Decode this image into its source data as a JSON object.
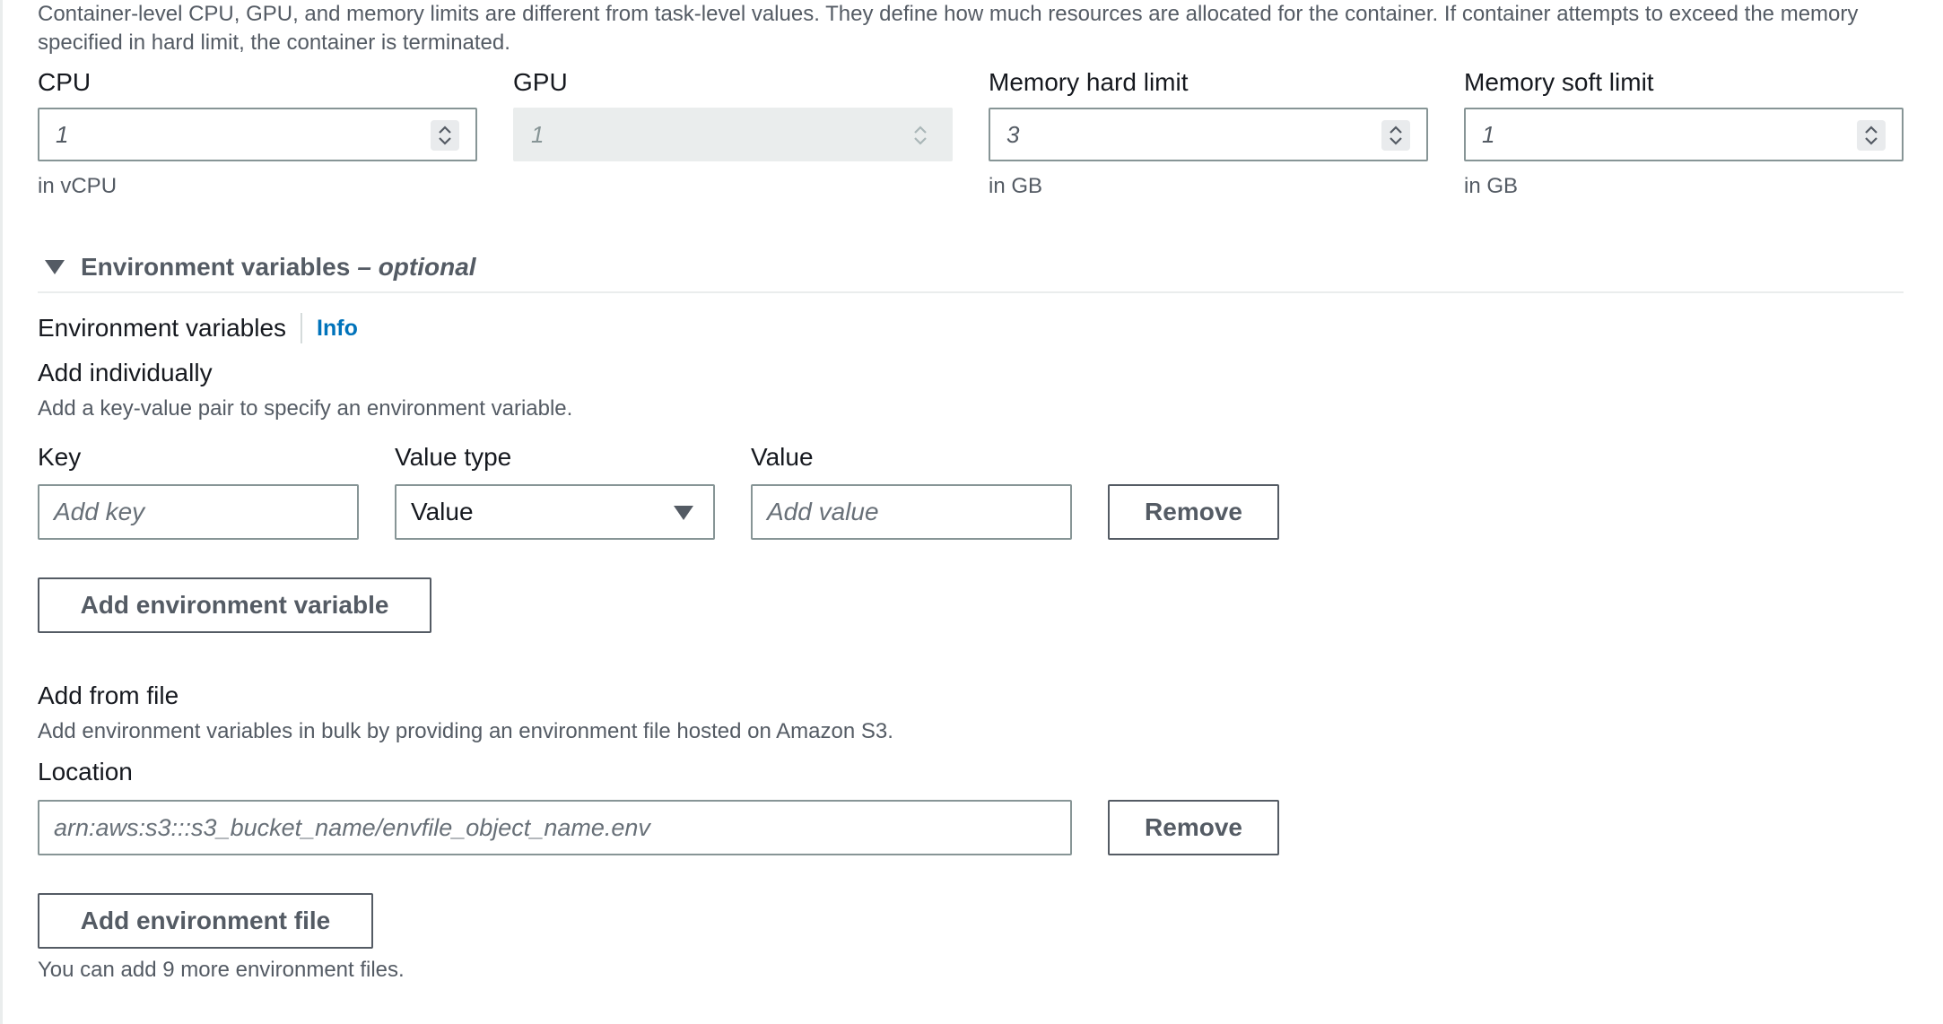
{
  "description": "Container-level CPU, GPU, and memory limits are different from task-level values. They define how much resources are allocated for the container. If container attempts to exceed the memory specified in hard limit, the container is terminated.",
  "resources": {
    "cpu": {
      "label": "CPU",
      "value": "1",
      "hint": "in vCPU"
    },
    "gpu": {
      "label": "GPU",
      "value": "1",
      "disabled": true
    },
    "memory_hard": {
      "label": "Memory hard limit",
      "value": "3",
      "hint": "in GB"
    },
    "memory_soft": {
      "label": "Memory soft limit",
      "value": "1",
      "hint": "in GB"
    }
  },
  "env_section": {
    "expander_title": "Environment variables",
    "expander_optional": "– optional",
    "title": "Environment variables",
    "info_link": "Info",
    "add_individually": {
      "heading": "Add individually",
      "description": "Add a key-value pair to specify an environment variable.",
      "key_label": "Key",
      "key_placeholder": "Add key",
      "value_type_label": "Value type",
      "value_type_selected": "Value",
      "value_label": "Value",
      "value_placeholder": "Add value",
      "remove_label": "Remove",
      "add_button": "Add environment variable"
    },
    "add_from_file": {
      "heading": "Add from file",
      "description": "Add environment variables in bulk by providing an environment file hosted on Amazon S3.",
      "location_label": "Location",
      "location_placeholder": "arn:aws:s3:::s3_bucket_name/envfile_object_name.env",
      "remove_label": "Remove",
      "add_button": "Add environment file",
      "footnote": "You can add 9 more environment files."
    }
  },
  "colors": {
    "text": "#16191f",
    "secondary_text": "#545b64",
    "link": "#0073bb",
    "border": "#879596",
    "disabled_bg": "#eaeded"
  },
  "icons": [
    "spinner-updown-icon",
    "caret-down-icon",
    "dropdown-arrow-icon"
  ]
}
